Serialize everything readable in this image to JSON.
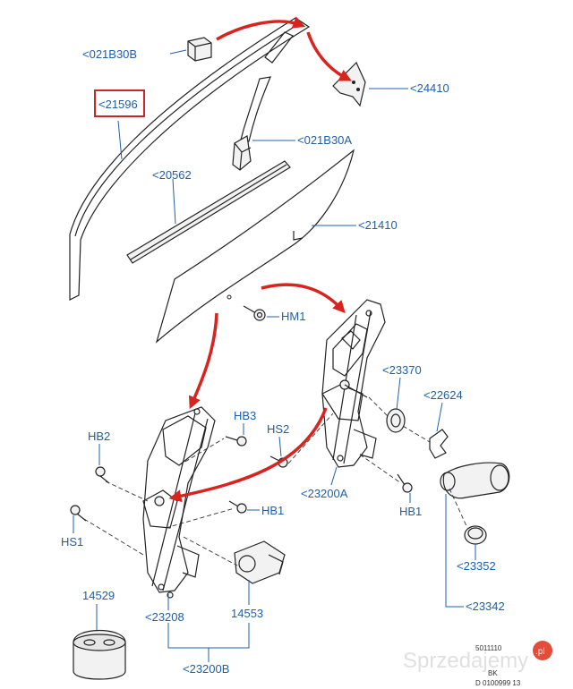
{
  "labels": {
    "l021b30b": "<021B30B",
    "l21596": "<21596",
    "l24410": "<24410",
    "l021b30a": "<021B30A",
    "l20562": "<20562",
    "l21410": "<21410",
    "lhm1": "HM1",
    "l23370": "<23370",
    "l22624": "<22624",
    "lhb3": "HB3",
    "lhb2": "HB2",
    "lhs2": "HS2",
    "l23200a": "<23200A",
    "lhb1a": "HB1",
    "lhb1b": "HB1",
    "lhs1": "HS1",
    "l23352": "<23352",
    "l14529": "14529",
    "l23208": "<23208",
    "l14553": "14553",
    "l23342": "<23342",
    "l23200b": "<23200B"
  },
  "drawing_code": {
    "line1": "5011110",
    "line2": "BK",
    "line3": "D 0100999 13"
  },
  "watermark": {
    "text": "Sprzedajemy",
    "badge": ".pl"
  },
  "colors": {
    "label": "#1f5fa8",
    "arrow": "#d8231f",
    "highlight_box": "#c62828"
  }
}
